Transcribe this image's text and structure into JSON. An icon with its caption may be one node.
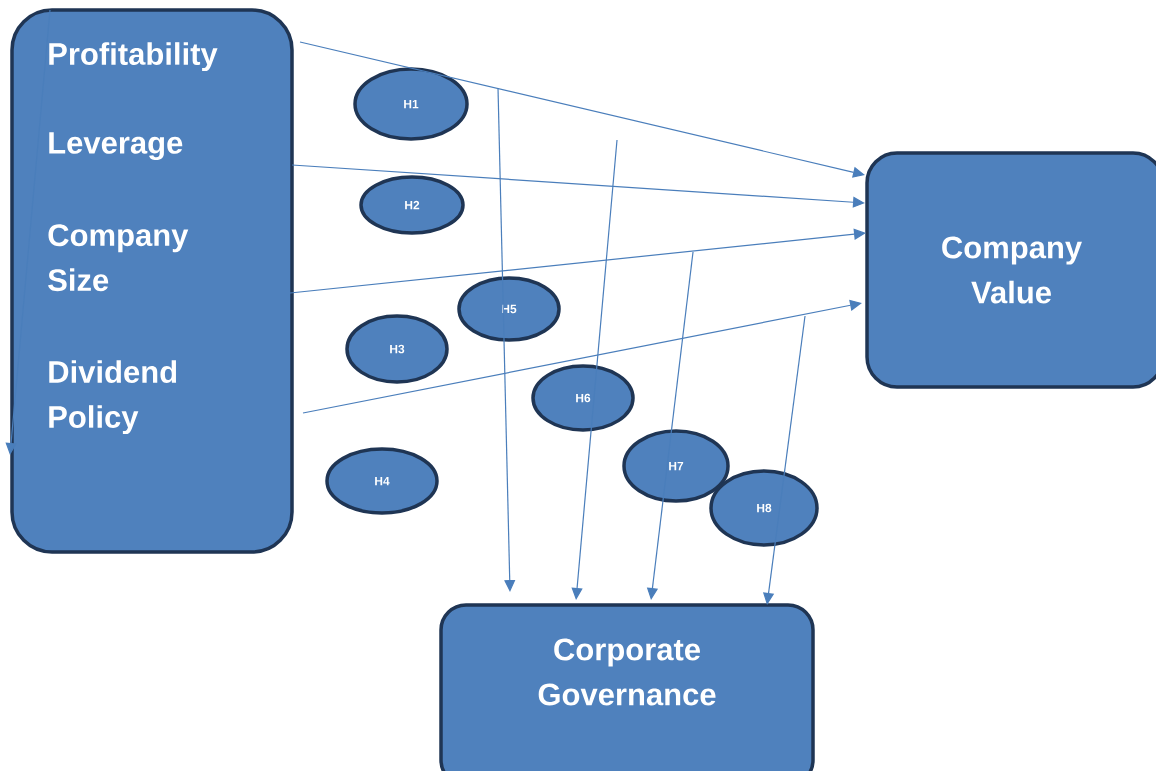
{
  "diagram": {
    "nodes": [
      {
        "text": [
          "Profitability",
          "Leverage",
          "Company Size",
          "Dividend Policy"
        ]
      },
      {
        "text": [
          "Company Value"
        ]
      },
      {
        "text": [
          "Corporate Governance"
        ]
      },
      {
        "text": [
          "H1"
        ]
      },
      {
        "text": [
          "H2"
        ]
      },
      {
        "text": [
          "H5"
        ]
      },
      {
        "text": [
          "H3"
        ]
      },
      {
        "text": [
          "H6"
        ]
      },
      {
        "text": [
          "H4"
        ]
      },
      {
        "text": [
          "H7"
        ]
      },
      {
        "text": [
          "H8"
        ]
      }
    ],
    "edges": [
      {
        "from": 0,
        "to": 1,
        "arrow": "to"
      },
      {
        "from": 0,
        "to": 1,
        "arrow": "to"
      },
      {
        "from": 0,
        "to": 1,
        "arrow": "to"
      },
      {
        "from": 0,
        "to": 1,
        "arrow": "to"
      },
      {
        "from": null,
        "to": 2,
        "arrow": "to"
      },
      {
        "from": null,
        "to": 2,
        "arrow": "to"
      },
      {
        "from": null,
        "to": 2,
        "arrow": "to"
      },
      {
        "from": null,
        "to": 2,
        "arrow": "to"
      },
      {
        "from": null,
        "to": 0,
        "arrow": "to"
      }
    ]
  }
}
